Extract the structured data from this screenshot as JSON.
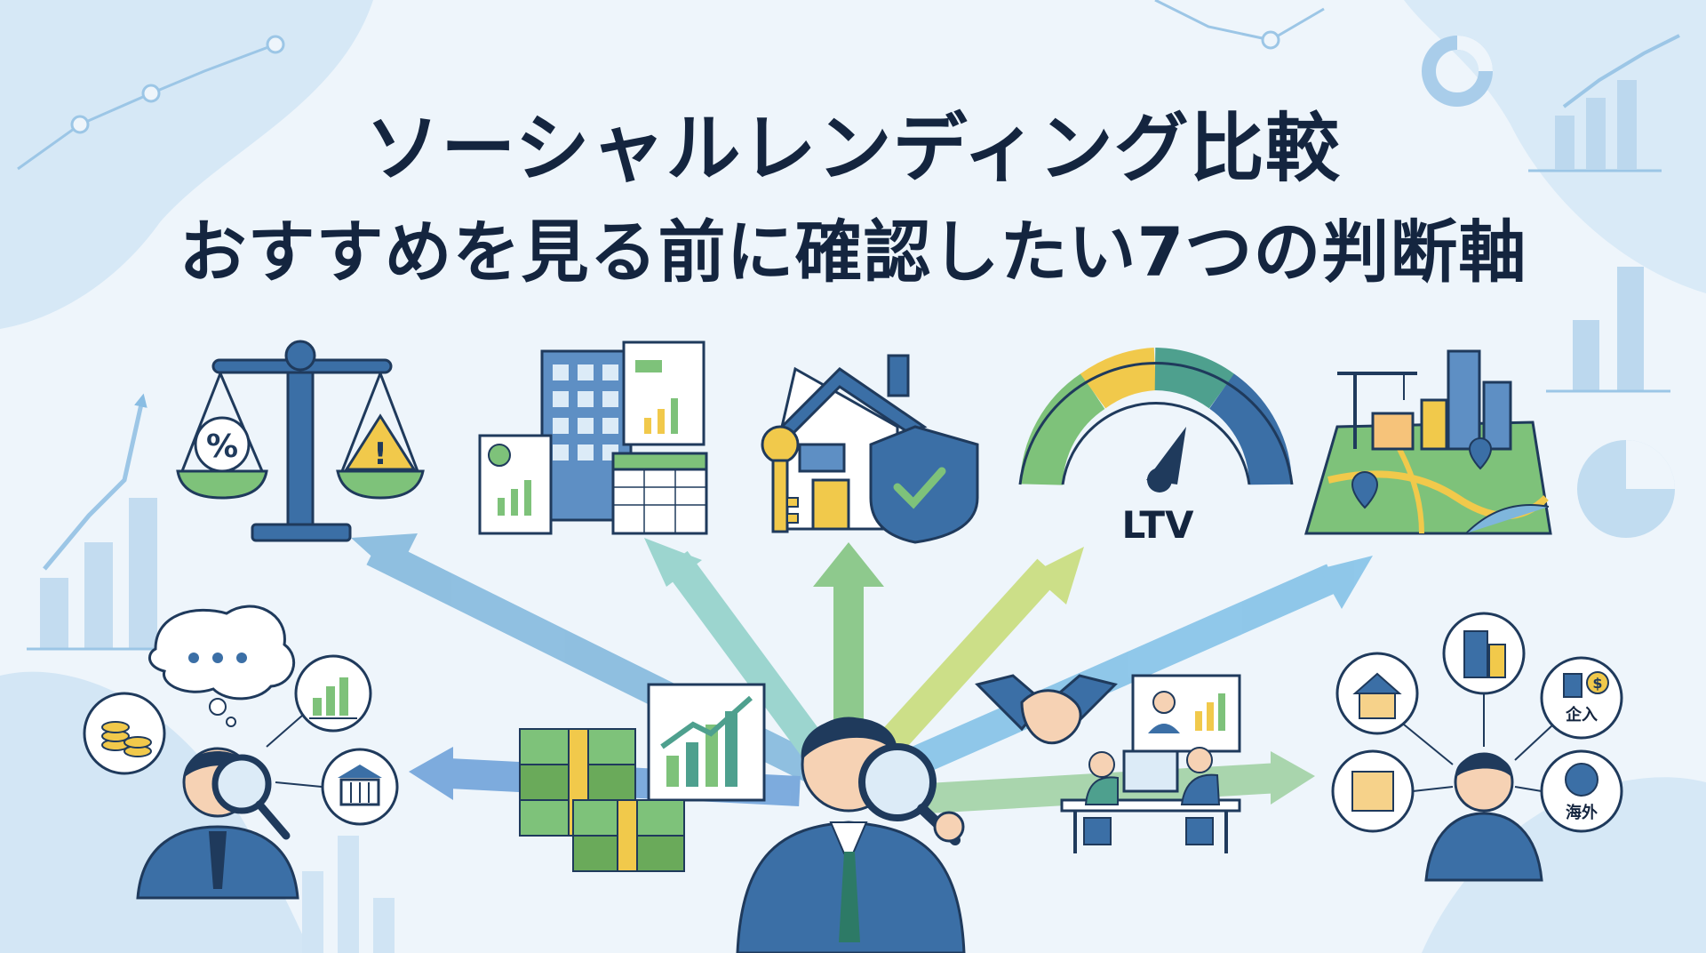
{
  "title": {
    "line1": "ソーシャルレンディング比較",
    "line2": "おすすめを見る前に確認したい7つの判断軸"
  },
  "icons": {
    "scale": {
      "percent": "%",
      "warning": "!"
    },
    "gauge": {
      "label": "LTV"
    },
    "badges": {
      "company": "企入",
      "overseas": "海外",
      "currency": "$"
    }
  },
  "colors": {
    "navy": "#1f3a5c",
    "blue": "#3b6fa6",
    "teal": "#4ea08e",
    "green": "#6aaa5a",
    "yellow": "#f1c94b",
    "lightblue": "#7fb6dc",
    "cream": "#f6efd9",
    "bg": "#eef5fb"
  }
}
